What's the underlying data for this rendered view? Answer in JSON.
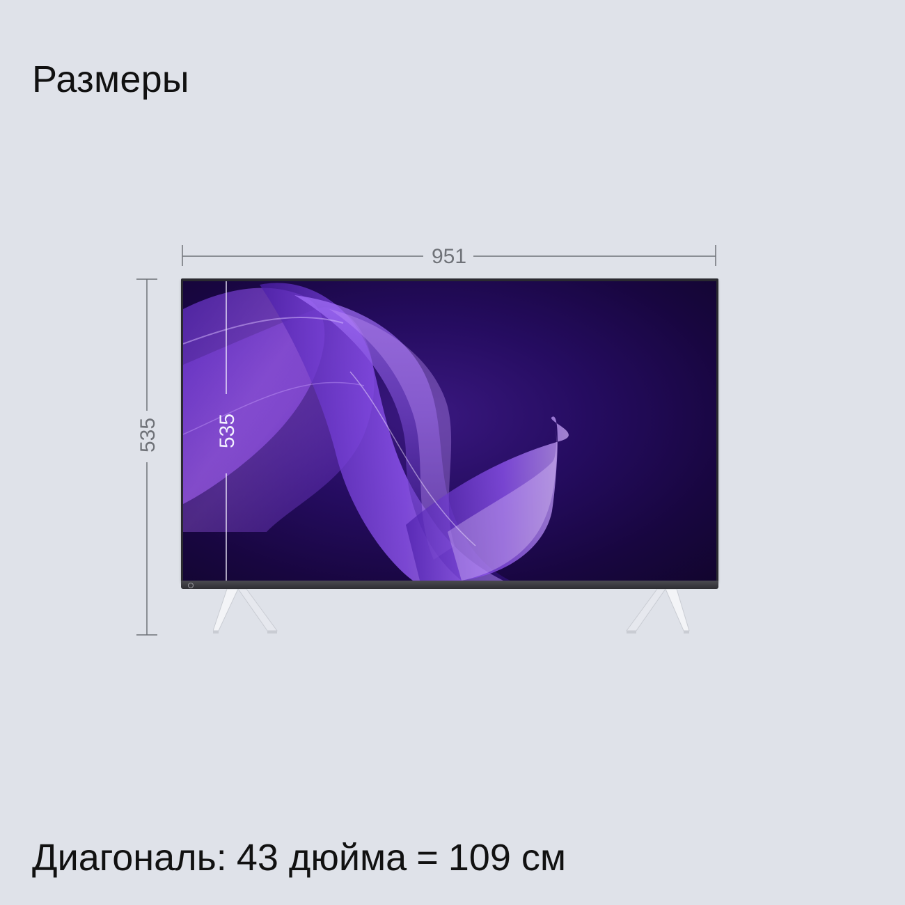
{
  "header": {
    "title": "Размеры"
  },
  "dimensions": {
    "width": "951",
    "height": "535",
    "screen_height": "535"
  },
  "footer": {
    "label": "Диагональ:",
    "inches": "43 дюйма",
    "equals": "=",
    "centimeters": "109 см"
  },
  "colors": {
    "background": "#dfe2e9",
    "dimension_lines": "#6f7278",
    "screen_accent": "#8a3cff"
  }
}
